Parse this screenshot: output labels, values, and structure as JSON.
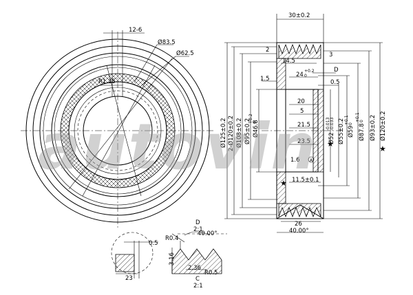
{
  "watermark": "autovin",
  "front_view": {
    "dims": [
      "12-6",
      "Ø83.5",
      "Ø62.5",
      "R1.25"
    ]
  },
  "side_view": {
    "top_dims": [
      "30±0.2",
      "2",
      "3",
      "14.5",
      "24",
      "+0.2",
      "0",
      "D",
      "0.5",
      "1.5",
      "20",
      "5",
      "21.5",
      "23.5",
      "1.6",
      "A",
      "11.5±0.1"
    ],
    "bottom_dims": [
      "26",
      "40.00°"
    ],
    "dia_left": [
      "Ø125±0.2",
      "2-Ø120±0.2",
      "Ø108±0.2",
      "Ø95±0.2",
      "Ø46.8",
      "+0.2",
      "0",
      "Ø52",
      "-0.013",
      "-0.033"
    ],
    "dia_right": [
      "Ø55±0.2",
      "Ø59",
      "+0.1",
      "0",
      "Ø87.8",
      "+0.1",
      "0",
      "Ø93±0.2",
      "Ø120±0.2"
    ]
  },
  "detail_left": {
    "dims": [
      "0.5",
      "23"
    ]
  },
  "detail_d": {
    "label_top": "D",
    "scale_top": "2:1",
    "angle": "40.00°",
    "r1": "R0.4",
    "h": "3.16",
    "w": "2.36",
    "r2": "R0.5",
    "label_bottom": "C",
    "scale_bottom": "2:1"
  }
}
